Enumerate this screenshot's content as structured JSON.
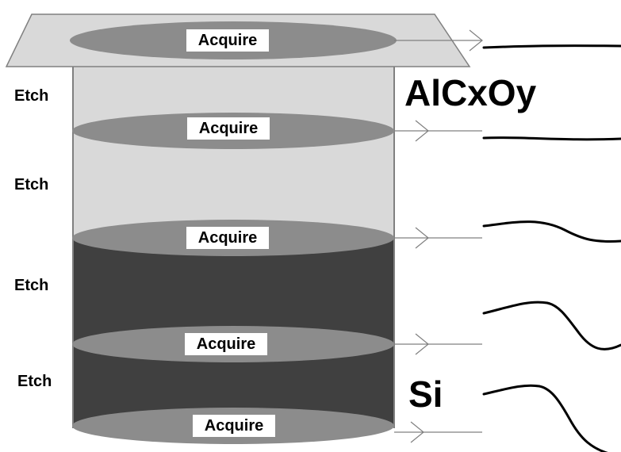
{
  "diagram": {
    "acquire_labels": [
      "Acquire",
      "Acquire",
      "Acquire",
      "Acquire",
      "Acquire"
    ],
    "etch_labels": [
      "Etch",
      "Etch",
      "Etch",
      "Etch"
    ],
    "layers": [
      {
        "name": "AlCxOy",
        "color": "#d9d9d9"
      },
      {
        "name": "Si",
        "color": "#404040"
      }
    ],
    "colors": {
      "disc": "#8c8c8c",
      "top_plane": "#d9d9d9",
      "outline": "#808080",
      "curve": "#000000"
    }
  }
}
